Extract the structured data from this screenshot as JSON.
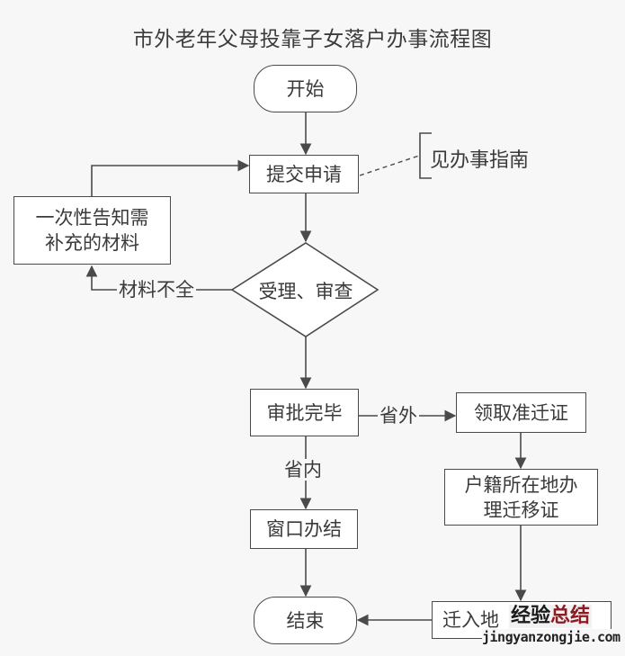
{
  "title": "市外老年父母投靠子女落户办事流程图",
  "nodes": {
    "start": "开始",
    "submit": "提交申请",
    "notify_line1": "一次性告知需",
    "notify_line2": "补充的材料",
    "review": "受理、审查",
    "approved": "审批完毕",
    "window": "窗口办结",
    "permit": "领取准迁证",
    "register_line1": "户籍所在地办",
    "register_line2": "理迁移证",
    "move_in": "迁入地",
    "end": "结束"
  },
  "edge_labels": {
    "incomplete": "材料不全",
    "out_of_province": "省外",
    "in_province": "省内"
  },
  "annotation": {
    "text": "见办事指南"
  },
  "watermark": {
    "cn_part1": "经验",
    "cn_part2": "总结",
    "url": "jingyanzongjie.com"
  },
  "colors": {
    "line": "#4a4a4a",
    "background": "#f7f7f7",
    "watermark_red": "#8b1c24"
  }
}
